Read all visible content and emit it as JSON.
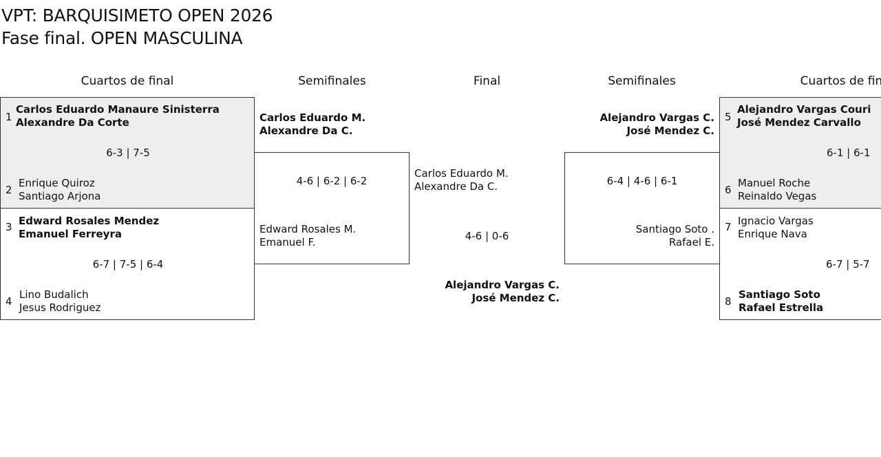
{
  "title": {
    "line1": "VPT: BARQUISIMETO OPEN 2026",
    "line2": "Fase final. OPEN MASCULINA"
  },
  "rounds": {
    "left_qf": "Cuartos de final",
    "left_sf": "Semifinales",
    "final": "Final",
    "right_sf": "Semifinales",
    "right_qf": "Cuartos de final"
  },
  "qf": {
    "m1": {
      "top": {
        "seed": "1",
        "p1": "Carlos Eduardo Manaure Sinisterra",
        "p2": "Alexandre Da Corte"
      },
      "score": "6-3 | 7-5",
      "bottom": {
        "seed": "2",
        "p1": "Enrique Quiroz",
        "p2": "Santiago Arjona"
      }
    },
    "m2": {
      "top": {
        "seed": "3",
        "p1": "Edward Rosales Mendez",
        "p2": "Emanuel Ferreyra"
      },
      "score": "6-7 | 7-5 | 6-4",
      "bottom": {
        "seed": "4",
        "p1": "Lino Budalich",
        "p2": "Jesus Rodriguez"
      }
    },
    "m3": {
      "top": {
        "seed": "5",
        "p1": "Alejandro Vargas Couri",
        "p2": "José Mendez Carvallo"
      },
      "score": "6-1 | 6-1",
      "bottom": {
        "seed": "6",
        "p1": "Manuel Roche",
        "p2": "Reinaldo Vegas"
      }
    },
    "m4": {
      "top": {
        "seed": "7",
        "p1": "Ignacio Vargas",
        "p2": "Enrique Nava"
      },
      "score": "6-7 | 5-7",
      "bottom": {
        "seed": "8",
        "p1": "Santiago Soto",
        "p2": "Rafael Estrella"
      }
    }
  },
  "sf": {
    "left": {
      "top": {
        "p1": "Carlos Eduardo M.",
        "p2": "Alexandre Da C."
      },
      "score": "4-6 | 6-2 | 6-2",
      "bottom": {
        "p1": "Edward Rosales M.",
        "p2": "Emanuel F."
      }
    },
    "right": {
      "top": {
        "p1": "Alejandro Vargas C.",
        "p2": "José Mendez C."
      },
      "score": "6-4 | 4-6 | 6-1",
      "bottom": {
        "p1": "Santiago Soto .",
        "p2": "Rafael E."
      }
    }
  },
  "final": {
    "top": {
      "p1": "Carlos Eduardo M.",
      "p2": "Alexandre Da C."
    },
    "score": "4-6 | 0-6",
    "bottom": {
      "p1": "Alejandro Vargas C.",
      "p2": "José Mendez C."
    }
  },
  "colors": {
    "shaded_background": "#eeeeee",
    "border": "#333333"
  }
}
